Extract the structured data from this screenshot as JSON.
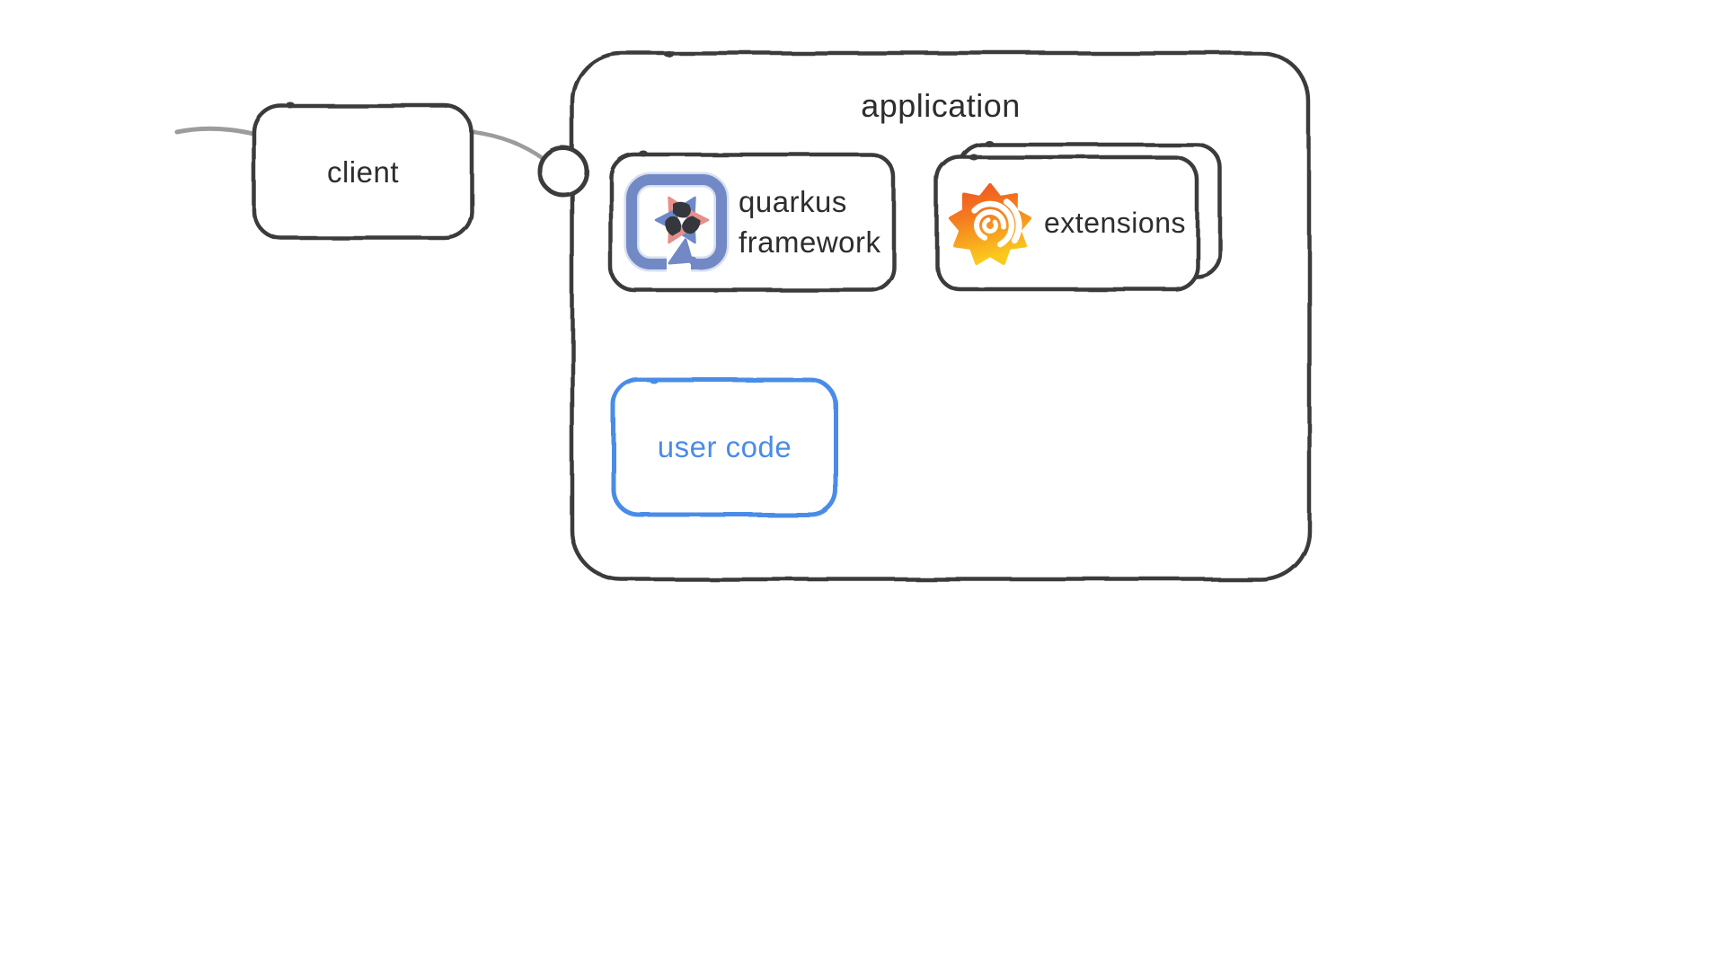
{
  "diagram": {
    "nodes": {
      "client": {
        "label": "client"
      },
      "application": {
        "label": "application"
      },
      "quarkus_framework": {
        "label": "quarkus framework"
      },
      "extensions": {
        "label": "extensions"
      },
      "user_code": {
        "label": "user code"
      }
    },
    "icons": {
      "quarkus_logo": "quarkus-cube-star-icon",
      "grafana_logo": "grafana-flame-spiral-icon"
    },
    "colors": {
      "node_stroke": "#3b3b3b",
      "connector": "#9c9c9c",
      "user_code_blue": "#4a8ce8",
      "quarkus_blue": "#7289c6",
      "quarkus_pink": "#e78f8c",
      "quarkus_dark": "#34383c",
      "grafana_orange": "#ef5c23",
      "grafana_yellow": "#fbc21b",
      "text": "#2d2d2d"
    }
  }
}
